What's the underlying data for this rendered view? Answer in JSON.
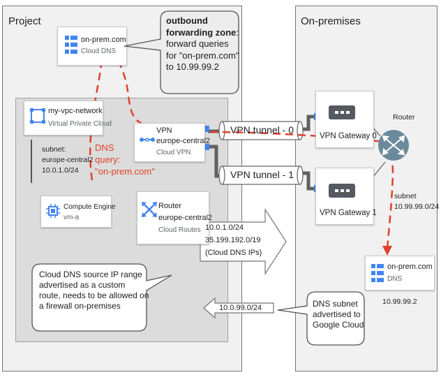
{
  "project": {
    "title": "Project"
  },
  "onprem": {
    "title": "On-premises"
  },
  "dns_card": {
    "name": "on-prem.com",
    "type": "Cloud DNS"
  },
  "zone_callout": {
    "line1": "outbound",
    "line2": "forwarding zone",
    "line2_suffix": ":",
    "line3": "forward queries",
    "line4": "for \"on-prem.com\"",
    "line5": "to 10.99.99.2"
  },
  "vpc_card": {
    "name": "my-vpc-network",
    "type": "Virtual Private Cloud"
  },
  "subnet": {
    "label": "subnet:",
    "region": "europe-central2",
    "range": "10.0.1.0/24"
  },
  "dns_query": {
    "line1": "DNS",
    "line2": "query:",
    "line3": "\"on-prem.com\""
  },
  "vpn_card": {
    "name": "VPN",
    "region": "europe-central2",
    "type": "Cloud VPN"
  },
  "tunnels": [
    "VPN tunnel - 0",
    "VPN tunnel - 1"
  ],
  "gateways": [
    "VPN Gateway 0",
    "VPN Gateway 1"
  ],
  "compute_card": {
    "type": "Compute Engine",
    "name": "vm-a"
  },
  "router_card": {
    "name": "Router",
    "region": "europe-central2",
    "type": "Cloud Routes"
  },
  "advertised": {
    "line1": "10.0.1.0/24",
    "line2": "35.199.192.0/19",
    "line3": "(Cloud DNS IPs)"
  },
  "source_callout": {
    "line1": "Cloud DNS source IP range",
    "line2": "advertised as a custom",
    "line3": "route, needs to be allowed on",
    "line4": "a firewall on-premises"
  },
  "incoming_route": {
    "label": "10.0.99.0/24"
  },
  "dns_subnet_callout": {
    "line1": "DNS subnet",
    "line2": "advertised to",
    "line3": "Google Cloud"
  },
  "onprem_router": {
    "label": "Router",
    "subnet_label": "subnet",
    "subnet_range": "10.99.99.0/24"
  },
  "onprem_dns": {
    "name": "on-prem.com",
    "type": "DNS",
    "ip": "10.99.99.2"
  },
  "colors": {
    "gcp_blue": "#4285f4",
    "dashed_red": "#e0402a",
    "tunnel_gray": "#616161",
    "router_teal": "#6b8a9c"
  }
}
